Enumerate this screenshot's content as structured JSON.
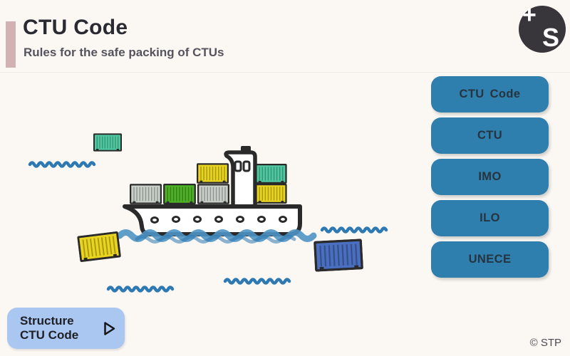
{
  "header": {
    "title": "CTU Code",
    "subtitle": "Rules for the safe packing of CTUs"
  },
  "logo": {
    "plus": "+",
    "s": "S"
  },
  "menu": {
    "items": [
      {
        "label": "CTU Code"
      },
      {
        "label": "CTU"
      },
      {
        "label": "IMO"
      },
      {
        "label": "ILO"
      },
      {
        "label": "UNECE"
      }
    ]
  },
  "action": {
    "line1": "Structure",
    "line2": "CTU Code",
    "icon": "play-icon"
  },
  "footer": {
    "copyright": "© STP"
  },
  "colors": {
    "accent_pink": "#d2b1b3",
    "button_blue": "#2e7eae",
    "action_blue": "#a9c7f0",
    "logo_dark": "#39363b",
    "water_blue": "#2e79b2",
    "container_teal": "#4fc9a1",
    "container_yellow": "#e9d420",
    "container_green": "#4db226",
    "container_gray": "#c9cfc9",
    "container_blue": "#4a6fc0",
    "outline_dark": "#2a2a2a"
  }
}
